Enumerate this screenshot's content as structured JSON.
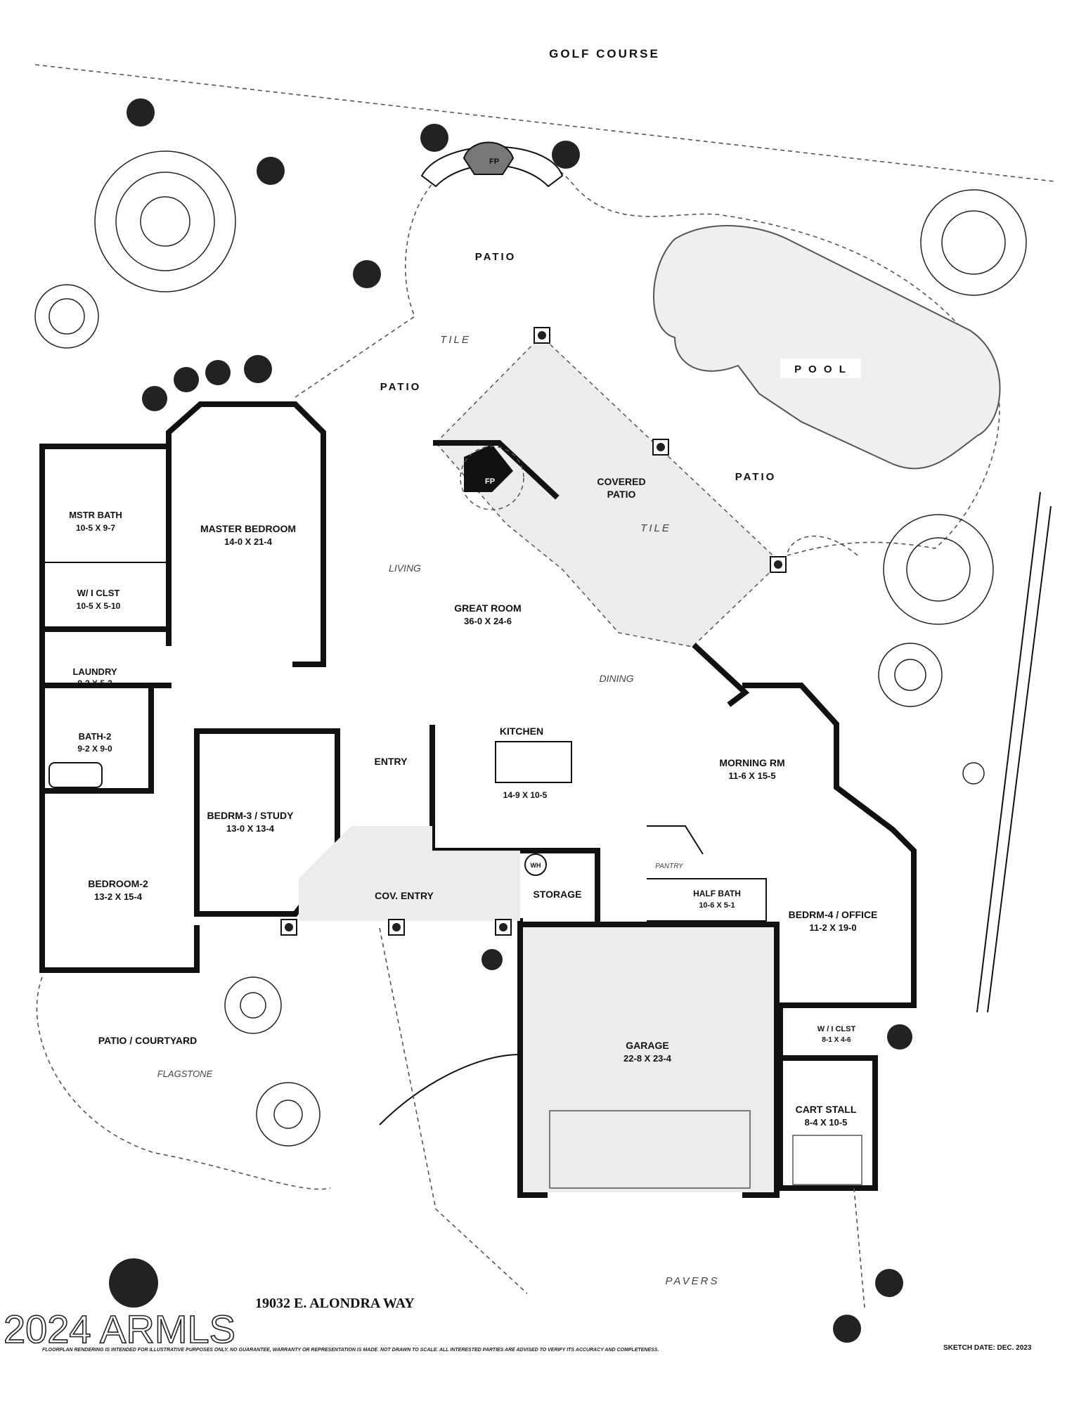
{
  "header": {
    "golf_course": "GOLF COURSE"
  },
  "exterior": {
    "patio_north": "PATIO",
    "tile_north": "TILE",
    "patio_west": "PATIO",
    "pool": "P O O L",
    "patio_east": "PATIO",
    "covered_patio_line1": "COVERED",
    "covered_patio_line2": "PATIO",
    "tile_covered": "TILE",
    "fp_outdoor": "FP",
    "fp_indoor": "FP",
    "patio_courtyard": "PATIO / COURTYARD",
    "flagstone": "FLAGSTONE",
    "pavers": "PAVERS"
  },
  "rooms": {
    "mstr_bath": {
      "name": "MSTR BATH",
      "size": "10-5 X 9-7"
    },
    "master_bedroom": {
      "name": "MASTER BEDROOM",
      "size": "14-0  X 21-4"
    },
    "wi_clst": {
      "name": "W/ I  CLST",
      "size": "10-5 X 5-10"
    },
    "laundry": {
      "name": "LAUNDRY",
      "size": "9-2 X 5-2"
    },
    "bath2": {
      "name": "BATH-2",
      "size": "9-2 X 9-0"
    },
    "bedroom2": {
      "name": "BEDROOM-2",
      "size": "13-2  X 15-4"
    },
    "bedrm3": {
      "name": "BEDRM-3 / STUDY",
      "size": "13-0  X 13-4"
    },
    "living": "LIVING",
    "great_room": {
      "name": "GREAT ROOM",
      "size": "36-0  X  24-6"
    },
    "dining": "DINING",
    "kitchen": {
      "name": "KITCHEN",
      "size": "14-9 X 10-5"
    },
    "entry": "ENTRY",
    "cov_entry": "COV. ENTRY",
    "storage": "STORAGE",
    "wh": "WH",
    "morning_rm": {
      "name": "MORNING RM",
      "size": "11-6  X  15-5"
    },
    "pantry": "PANTRY",
    "half_bath": {
      "name": "HALF BATH",
      "size": "10-6 X 5-1"
    },
    "bedrm4": {
      "name": "BEDRM-4 / OFFICE",
      "size": "11-2  X  19-0"
    },
    "wi_clst2": {
      "name": "W / I  CLST",
      "size": "8-1 X 4-6"
    },
    "garage": {
      "name": "GARAGE",
      "size": "22-8 X 23-4"
    },
    "cart_stall": {
      "name": "CART STALL",
      "size": "8-4  X  10-5"
    }
  },
  "footer": {
    "watermark": "2024 ARMLS",
    "address": "19032 E. ALONDRA WAY",
    "disclaimer": "FLOORPLAN RENDERING IS INTENDED FOR ILLUSTRATIVE PURPOSES ONLY.  NO GUARANTEE, WARRANTY OR REPRESENTATION IS MADE.  NOT DRAWN TO SCALE.  ALL INTERESTED PARTIES ARE ADVISED TO VERIFY ITS ACCURACY AND COMPLETENESS.",
    "sketch_date": "SKETCH DATE:   DEC. 2023"
  }
}
